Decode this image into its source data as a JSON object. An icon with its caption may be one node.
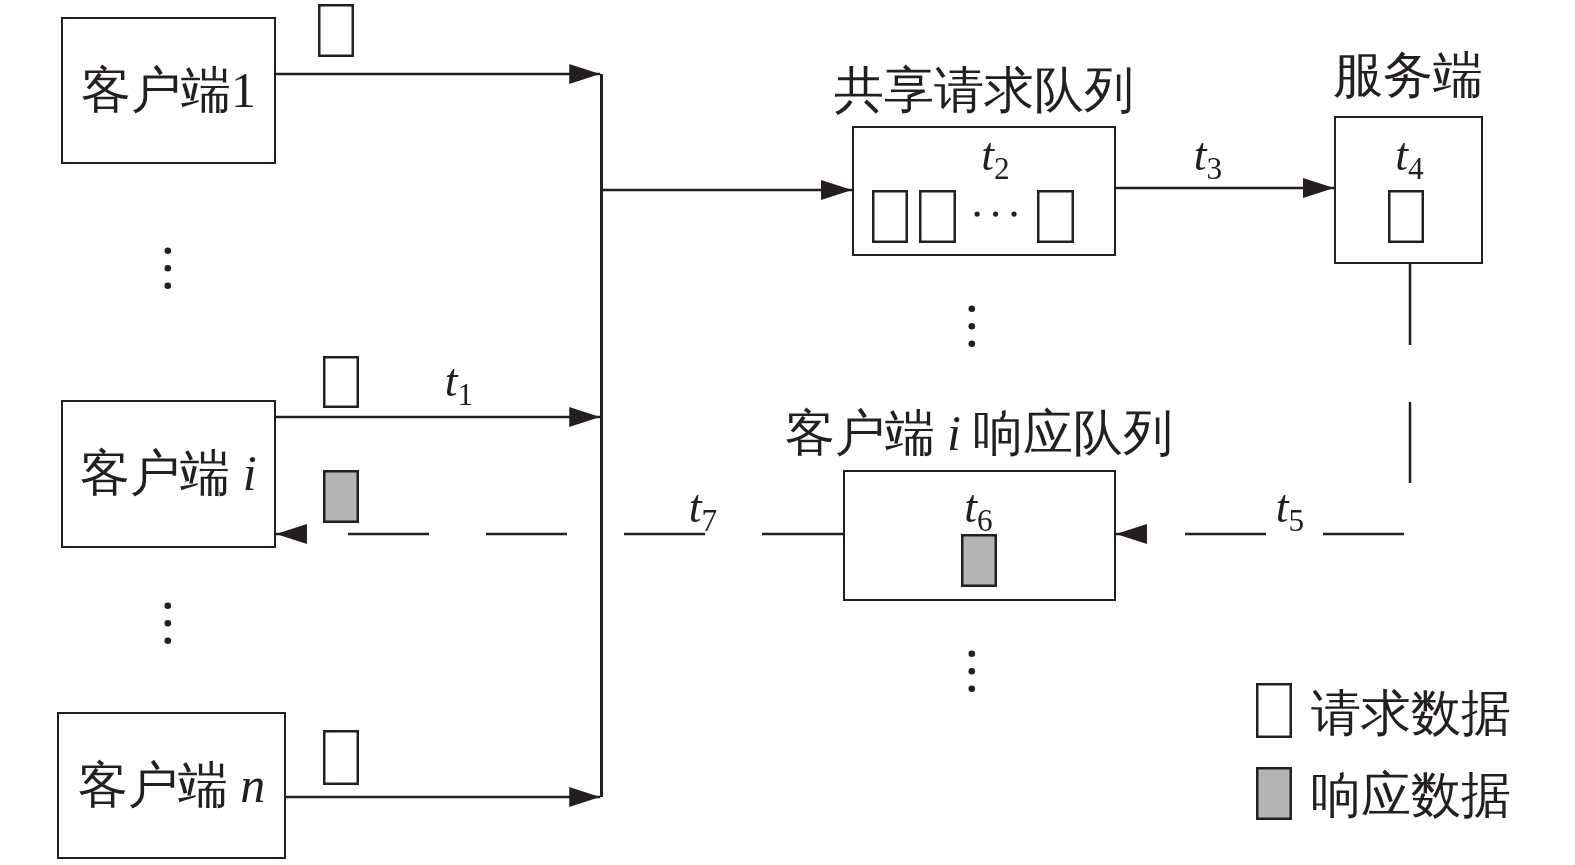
{
  "diagram": {
    "nodes": [
      {
        "text": [
          "客户端1"
        ]
      },
      {
        "text": [
          "客户端 *i*"
        ]
      },
      {
        "text": [
          "客户端 *n*"
        ]
      },
      {
        "text": [],
        "shape": "bar"
      },
      {
        "text": [
          "共享请求队列",
          "*t*$_{2}$"
        ]
      },
      {
        "text": [
          "服务端",
          "*t*$_{4}$"
        ]
      },
      {
        "text": [
          "客户端 *i* 响应队列",
          "*t*$_{6}$"
        ]
      }
    ],
    "edges": [
      {
        "from": 0,
        "to": 3,
        "arrow": "to"
      },
      {
        "from": 1,
        "to": 3,
        "arrow": "to",
        "label": "*t*$_{1}$"
      },
      {
        "from": 2,
        "to": 3,
        "arrow": "to"
      },
      {
        "from": 3,
        "to": 4,
        "arrow": "to"
      },
      {
        "from": 4,
        "to": 5,
        "arrow": "to",
        "label": "*t*$_{3}$"
      },
      {
        "from": 5,
        "to": 6,
        "arrow": "to",
        "label": "*t*$_{5}$",
        "style": "dashed"
      },
      {
        "from": 6,
        "to": 1,
        "arrow": "to",
        "label": "*t*$_{7}$",
        "style": "dashed"
      }
    ],
    "legend": [
      {
        "text": "请求数据"
      },
      {
        "text": "响应数据",
        "color": "#b4b4b6"
      }
    ]
  }
}
